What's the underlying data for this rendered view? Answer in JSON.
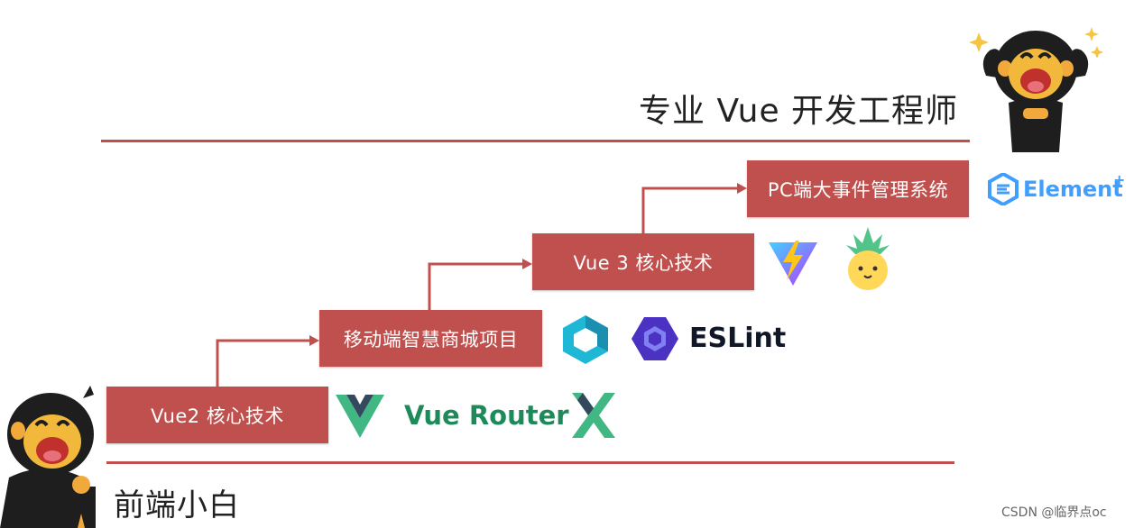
{
  "top_label": "专业 Vue 开发工程师",
  "bottom_label": "前端小白",
  "steps": [
    {
      "label": "Vue2 核心技术"
    },
    {
      "label": "移动端智慧商城项目"
    },
    {
      "label": "Vue 3 核心技术"
    },
    {
      "label": "PC端大事件管理系统"
    }
  ],
  "logos": {
    "vue": "vue-logo-icon",
    "vue_router_text": "Vue Router",
    "vuex": "vuex-logo-icon",
    "vant": "vant-logo-icon",
    "eslint_text": "ESLint",
    "vite": "vite-logo-icon",
    "pinia": "pinia-logo-icon",
    "element_text": "Element",
    "element_plus": "+"
  },
  "watermark": "CSDN @临界点oc",
  "colors": {
    "accent": "#c0504d",
    "vue_green": "#41b883",
    "vue_dark": "#35495e",
    "router_green": "#1e8a5a",
    "eslint_purple": "#4b32c3",
    "element_blue": "#409eff"
  }
}
